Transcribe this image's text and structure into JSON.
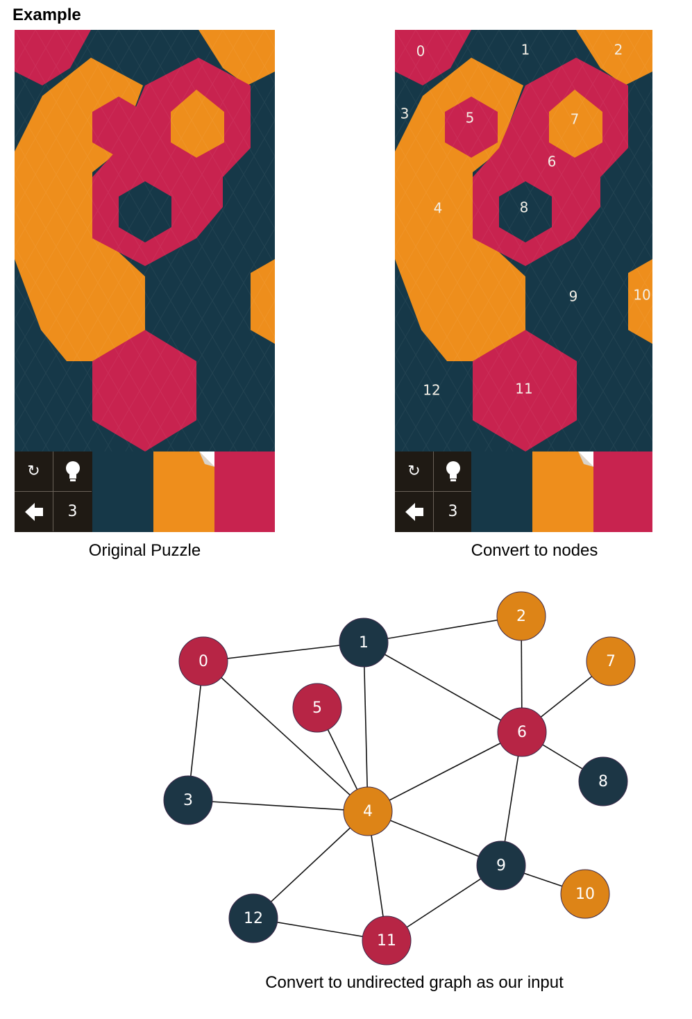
{
  "heading": "Example",
  "captions": {
    "original": "Original Puzzle",
    "nodes": "Convert to nodes",
    "graph": "Convert to undirected graph as our input"
  },
  "colors": {
    "red": "#c8234f",
    "orange": "#ee8e1c",
    "navy": "#163848",
    "graph_red": "#b72545",
    "graph_orange": "#dd8417",
    "graph_navy": "#1c3645"
  },
  "puzzle_controls": {
    "undo_icon": "refresh-icon",
    "hint_icon": "lightbulb-icon",
    "back_icon": "arrow-left-icon",
    "moves": "3"
  },
  "palette": [
    "navy",
    "orange",
    "red"
  ],
  "node_labels": [
    "0",
    "1",
    "2",
    "3",
    "4",
    "5",
    "6",
    "7",
    "8",
    "9",
    "10",
    "11",
    "12"
  ],
  "graph": {
    "nodes": [
      {
        "id": "0",
        "color": "red"
      },
      {
        "id": "1",
        "color": "navy"
      },
      {
        "id": "2",
        "color": "orange"
      },
      {
        "id": "3",
        "color": "navy"
      },
      {
        "id": "4",
        "color": "orange"
      },
      {
        "id": "5",
        "color": "red"
      },
      {
        "id": "6",
        "color": "red"
      },
      {
        "id": "7",
        "color": "orange"
      },
      {
        "id": "8",
        "color": "navy"
      },
      {
        "id": "9",
        "color": "navy"
      },
      {
        "id": "10",
        "color": "orange"
      },
      {
        "id": "11",
        "color": "red"
      },
      {
        "id": "12",
        "color": "navy"
      }
    ],
    "edges": [
      [
        "0",
        "1"
      ],
      [
        "0",
        "3"
      ],
      [
        "0",
        "4"
      ],
      [
        "1",
        "2"
      ],
      [
        "1",
        "4"
      ],
      [
        "1",
        "6"
      ],
      [
        "2",
        "6"
      ],
      [
        "3",
        "4"
      ],
      [
        "4",
        "5"
      ],
      [
        "4",
        "6"
      ],
      [
        "4",
        "9"
      ],
      [
        "4",
        "11"
      ],
      [
        "4",
        "12"
      ],
      [
        "6",
        "7"
      ],
      [
        "6",
        "8"
      ],
      [
        "6",
        "9"
      ],
      [
        "9",
        "10"
      ],
      [
        "9",
        "11"
      ],
      [
        "11",
        "12"
      ]
    ]
  }
}
